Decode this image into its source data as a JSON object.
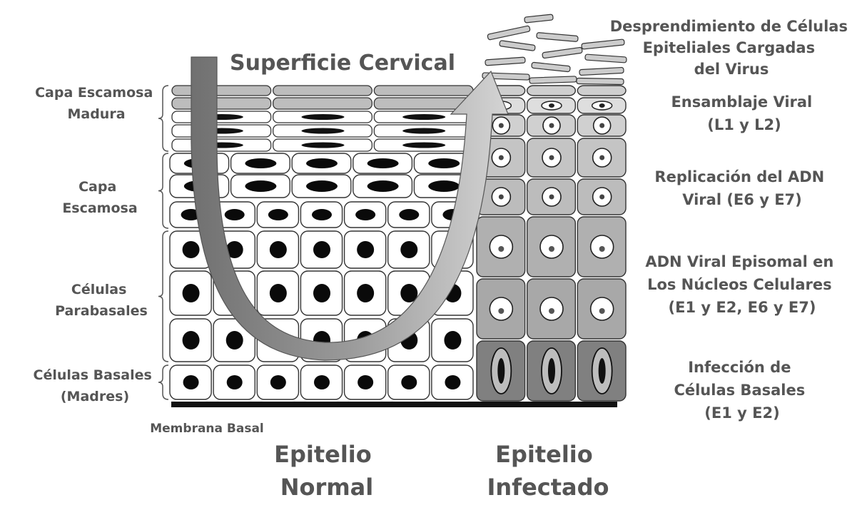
{
  "title": "Superficie Cervical",
  "left_labels": {
    "mature_squamous": [
      "Capa Escamosa",
      "Madura"
    ],
    "squamous": [
      "Capa",
      "Escamosa"
    ],
    "parabasal": [
      "Células",
      "Parabasales"
    ],
    "basal": [
      "Células Basales",
      "(Madres)"
    ]
  },
  "membrane_label": "Membrana Basal",
  "bottom_labels": {
    "normal": [
      "Epitelio",
      "Normal"
    ],
    "infected": [
      "Epitelio",
      "Infectado"
    ]
  },
  "right_labels": {
    "shedding": [
      "Desprendimiento de Células",
      "Epiteliales Cargadas",
      "del Virus"
    ],
    "assembly": [
      "Ensamblaje Viral",
      "(L1 y L2)"
    ],
    "replication": [
      "Replicación del ADN",
      "Viral (E6 y E7)"
    ],
    "episomal": [
      "ADN Viral Episomal en",
      "Los Núcleos Celulares",
      "(E1 y E2, E6 y E7)"
    ],
    "infection": [
      "Infección de",
      "Células Basales",
      "(E1 y E2)"
    ]
  }
}
